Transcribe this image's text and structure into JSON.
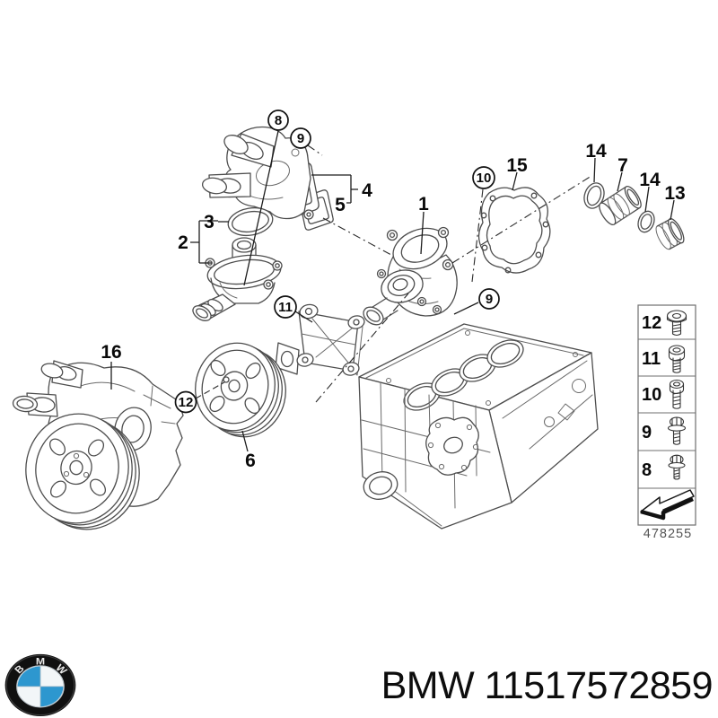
{
  "diagram": {
    "callouts_circled": [
      {
        "label": "8"
      },
      {
        "label": "9"
      },
      {
        "label": "10"
      },
      {
        "label": "9"
      },
      {
        "label": "11"
      },
      {
        "label": "12"
      }
    ],
    "callouts_plain": [
      {
        "label": "2"
      },
      {
        "label": "3"
      },
      {
        "label": "4"
      },
      {
        "label": "5"
      },
      {
        "label": "1"
      },
      {
        "label": "15"
      },
      {
        "label": "14"
      },
      {
        "label": "7"
      },
      {
        "label": "14"
      },
      {
        "label": "13"
      },
      {
        "label": "16"
      },
      {
        "label": "6"
      }
    ],
    "legend": {
      "rows": [
        {
          "label": "12",
          "icon": "pan-head-screw-icon"
        },
        {
          "label": "11",
          "icon": "cheese-head-screw-icon"
        },
        {
          "label": "10",
          "icon": "long-stud-screw-icon"
        },
        {
          "label": "9",
          "icon": "torx-flange-screw-icon"
        },
        {
          "label": "8",
          "icon": "short-torx-screw-icon"
        },
        {
          "label": "",
          "icon": "viewing-direction-arrow-icon"
        }
      ],
      "figure_number": "478255"
    },
    "line_color": "#4d4d4d"
  },
  "footer": {
    "title": "BMW 11517572859",
    "logo": {
      "letters": [
        "B",
        "M",
        "W"
      ],
      "blue": "#2d97cf",
      "ring": "#101010"
    }
  }
}
